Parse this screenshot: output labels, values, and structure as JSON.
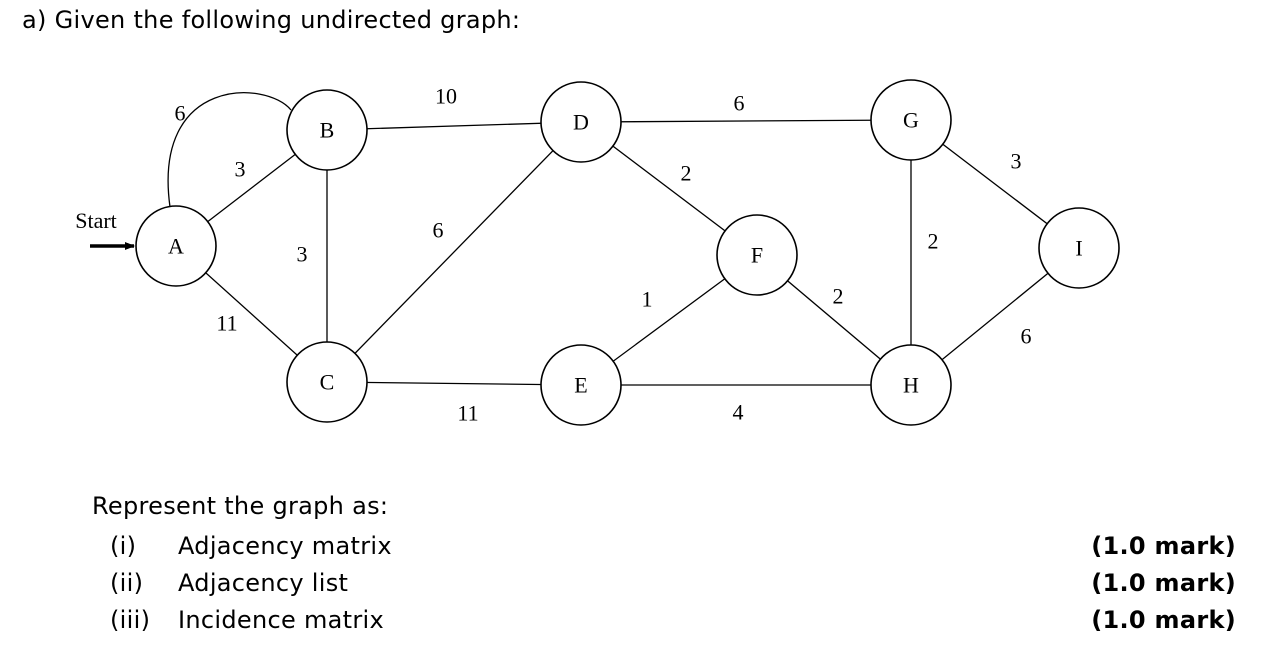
{
  "question": {
    "heading": "a)  Given the following undirected graph:",
    "instruction": "Represent the graph as:",
    "tasks": [
      {
        "number": "(i)",
        "text": "Adjacency matrix",
        "mark": "(1.0 mark)"
      },
      {
        "number": "(ii)",
        "text": "Adjacency list",
        "mark": "(1.0 mark)"
      },
      {
        "number": "(iii)",
        "text": "Incidence matrix",
        "mark": "(1.0 mark)"
      }
    ]
  },
  "graph": {
    "start_label": "Start",
    "start_node": "A",
    "nodes": [
      "A",
      "B",
      "C",
      "D",
      "E",
      "F",
      "G",
      "H",
      "I"
    ],
    "edges": [
      {
        "from": "A",
        "to": "B",
        "weight": "6",
        "curved": true
      },
      {
        "from": "A",
        "to": "B",
        "weight": "3"
      },
      {
        "from": "A",
        "to": "C",
        "weight": "11"
      },
      {
        "from": "B",
        "to": "C",
        "weight": "3"
      },
      {
        "from": "B",
        "to": "D",
        "weight": "10"
      },
      {
        "from": "C",
        "to": "D",
        "weight": "6"
      },
      {
        "from": "C",
        "to": "E",
        "weight": "11"
      },
      {
        "from": "D",
        "to": "F",
        "weight": "2"
      },
      {
        "from": "D",
        "to": "G",
        "weight": "6"
      },
      {
        "from": "E",
        "to": "F",
        "weight": "1"
      },
      {
        "from": "E",
        "to": "H",
        "weight": "4"
      },
      {
        "from": "F",
        "to": "H",
        "weight": "2"
      },
      {
        "from": "G",
        "to": "H",
        "weight": "2"
      },
      {
        "from": "G",
        "to": "I",
        "weight": "3"
      },
      {
        "from": "H",
        "to": "I",
        "weight": "6"
      }
    ]
  }
}
